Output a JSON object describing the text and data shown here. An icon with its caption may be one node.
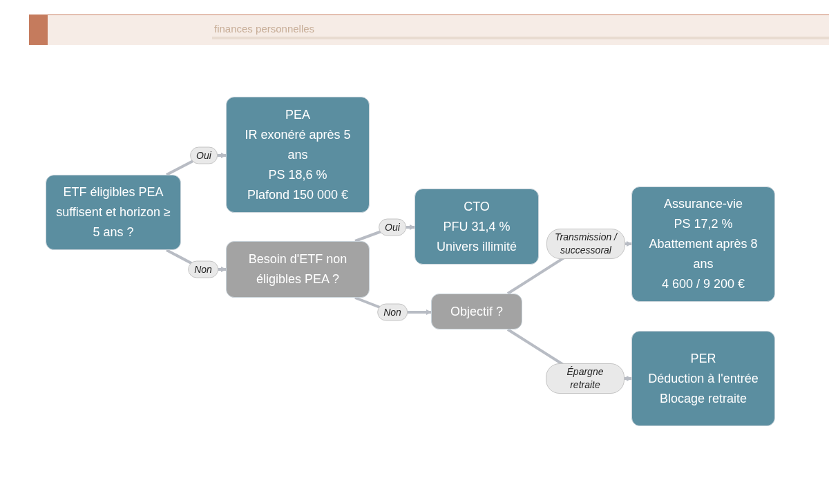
{
  "diagram": {
    "nodes": [
      {
        "text": [
          "ETF éligibles PEA suffisent et horizon ≥ 5 ans ?"
        ]
      },
      {
        "text": [
          "PEA",
          "IR exonéré après 5 ans",
          "PS 18,6 %",
          "Plafond 150 000 €"
        ]
      },
      {
        "text": [
          "Besoin d'ETF non éligibles PEA ?"
        ]
      },
      {
        "text": [
          "CTO",
          "PFU 31,4 %",
          "Univers illimité"
        ]
      },
      {
        "text": [
          "Objectif ?"
        ]
      },
      {
        "text": [
          "Assurance-vie",
          "PS 17,2 %",
          "Abattement après 8 ans",
          "4 600 / 9 200 €"
        ]
      },
      {
        "text": [
          "PER",
          "Déduction à l'entrée",
          "Blocage retraite"
        ]
      }
    ],
    "edges": [
      {
        "from": 0,
        "to": 1,
        "arrow": "to",
        "label": "Oui"
      },
      {
        "from": 0,
        "to": 2,
        "arrow": "to",
        "label": "Non"
      },
      {
        "from": 2,
        "to": 3,
        "arrow": "to",
        "label": "Oui"
      },
      {
        "from": 2,
        "to": 4,
        "arrow": "to",
        "label": "Non"
      },
      {
        "from": 4,
        "to": 5,
        "arrow": "to",
        "label": "Transmission / successoral"
      },
      {
        "from": 4,
        "to": 6,
        "arrow": "to",
        "label": "Épargne retraite"
      }
    ],
    "labels": [
      "finances personnelles"
    ]
  }
}
